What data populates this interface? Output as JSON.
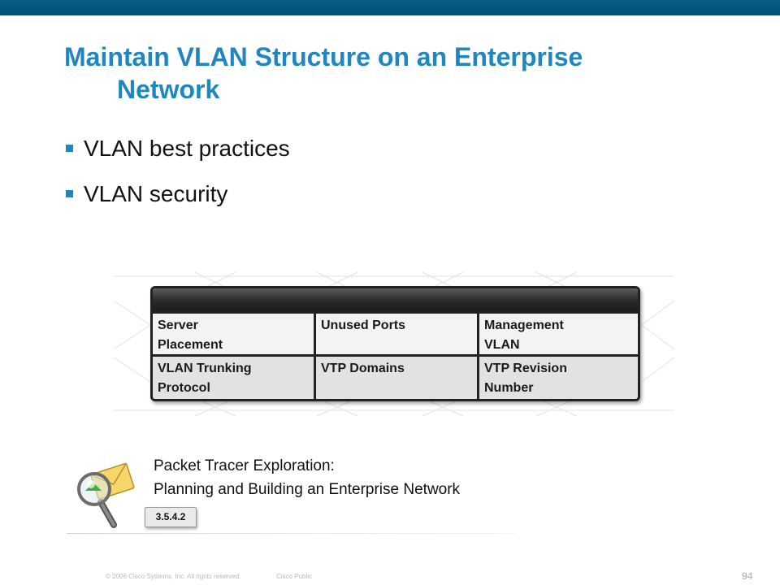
{
  "header": {
    "brand_color": "#005a85"
  },
  "slide": {
    "title_line1": "Maintain VLAN Structure on an Enterprise",
    "title_line2": "Network",
    "title_color": "#1f86bf",
    "bullets": [
      "VLAN best practices",
      "VLAN security"
    ]
  },
  "table": {
    "rows": [
      [
        "Server\nPlacement",
        "Unused Ports",
        "Management\nVLAN"
      ],
      [
        "VLAN Trunking\nProtocol",
        "VTP Domains",
        "VTP Revision\nNumber"
      ]
    ]
  },
  "packet_tracer": {
    "title": "Packet Tracer Exploration:",
    "subtitle": "Planning and Building an Enterprise Network",
    "activity_number": "3.5.4.2",
    "icon": "magnifier-envelope-icon"
  },
  "footer": {
    "copyright": "© 2006 Cisco Systems, Inc. All rights reserved.",
    "classification": "Cisco Public",
    "page_number": "94"
  }
}
